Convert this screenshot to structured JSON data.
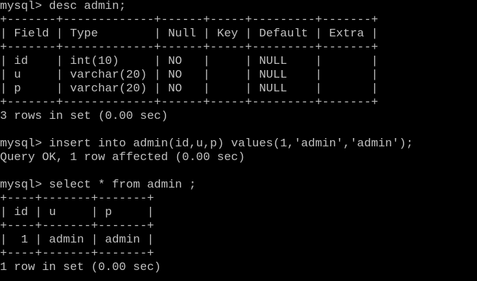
{
  "colors": {
    "background": "#000000",
    "text": "#c0c0c0"
  },
  "terminal": {
    "lines": [
      "mysql> desc admin;",
      "+-------+-------------+------+-----+---------+-------+",
      "| Field | Type        | Null | Key | Default | Extra |",
      "+-------+-------------+------+-----+---------+-------+",
      "| id    | int(10)     | NO   |     | NULL    |       |",
      "| u     | varchar(20) | NO   |     | NULL    |       |",
      "| p     | varchar(20) | NO   |     | NULL    |       |",
      "+-------+-------------+------+-----+---------+-------+",
      "3 rows in set (0.00 sec)",
      "",
      "mysql> insert into admin(id,u,p) values(1,'admin','admin');",
      "Query OK, 1 row affected (0.00 sec)",
      "",
      "mysql> select * from admin ;",
      "+----+-------+-------+",
      "| id | u     | p     |",
      "+----+-------+-------+",
      "|  1 | admin | admin |",
      "+----+-------+-------+",
      "1 row in set (0.00 sec)"
    ]
  }
}
